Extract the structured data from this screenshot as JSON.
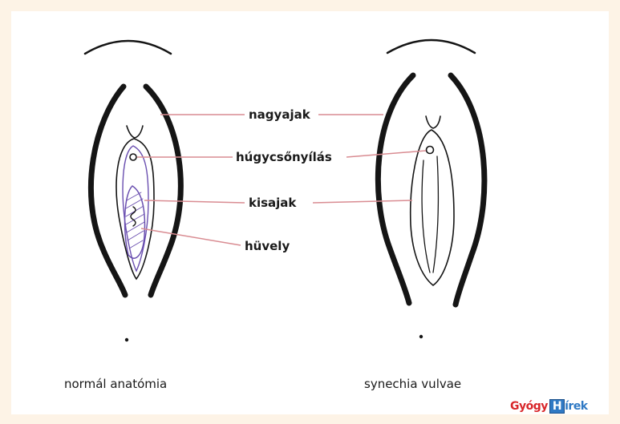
{
  "labels": {
    "labia_majora": "nagyajak",
    "urethral_opening": "húgycsőnyílás",
    "labia_minora": "kisajak",
    "vagina": "hüvely"
  },
  "captions": {
    "left": "normál anatómia",
    "right": "synechia vulvae"
  },
  "logo": {
    "part1": "Gyógy",
    "boxed_letter": "H",
    "part2": "írek"
  },
  "colors": {
    "background": "#fdf3e6",
    "panel": "#ffffff",
    "outline": "#151515",
    "leader_line": "#d98c92",
    "inner_shading": "#6a4fb0"
  }
}
